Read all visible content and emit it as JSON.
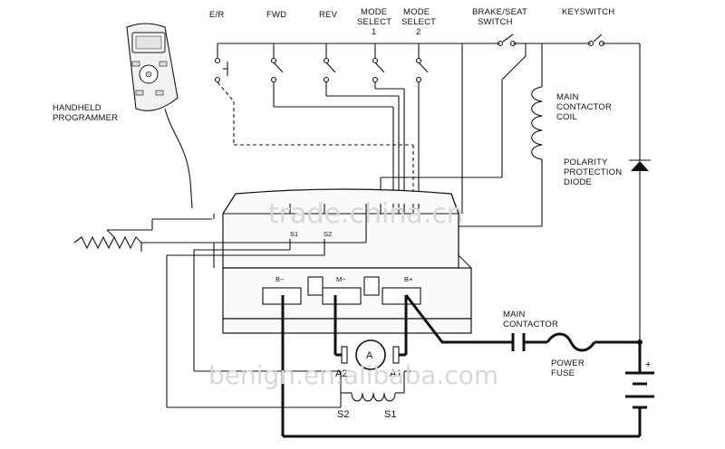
{
  "labels": {
    "er": "E/R",
    "fwd": "FWD",
    "rev": "REV",
    "mode1_a": "MODE",
    "mode1_b": "SELECT",
    "mode1_c": "1",
    "mode2_a": "MODE",
    "mode2_b": "SELECT",
    "mode2_c": "2",
    "brake_a": "BRAKE/SEAT",
    "brake_b": "SWITCH",
    "keyswitch": "KEYSWITCH",
    "handheld_a": "HANDHELD",
    "handheld_b": "PROGRAMMER",
    "coil_a": "MAIN",
    "coil_b": "CONTACTOR",
    "coil_c": "COIL",
    "diode_a": "POLARITY",
    "diode_b": "PROTECTION",
    "diode_c": "DIODE",
    "contactor_a": "MAIN",
    "contactor_b": "CONTACTOR",
    "fuse_a": "POWER",
    "fuse_b": "FUSE",
    "bminus": "B−",
    "mminus": "M−",
    "bplus": "B+",
    "s1_ctrl": "S1",
    "s2_ctrl": "S2",
    "a2": "A2",
    "a1": "A1",
    "s2_field": "S2",
    "s1_field": "S1",
    "motor": "A",
    "plus": "+"
  },
  "watermarks": {
    "top": "trade.china.cn",
    "bottom": "benign.en.alibaba.com"
  }
}
